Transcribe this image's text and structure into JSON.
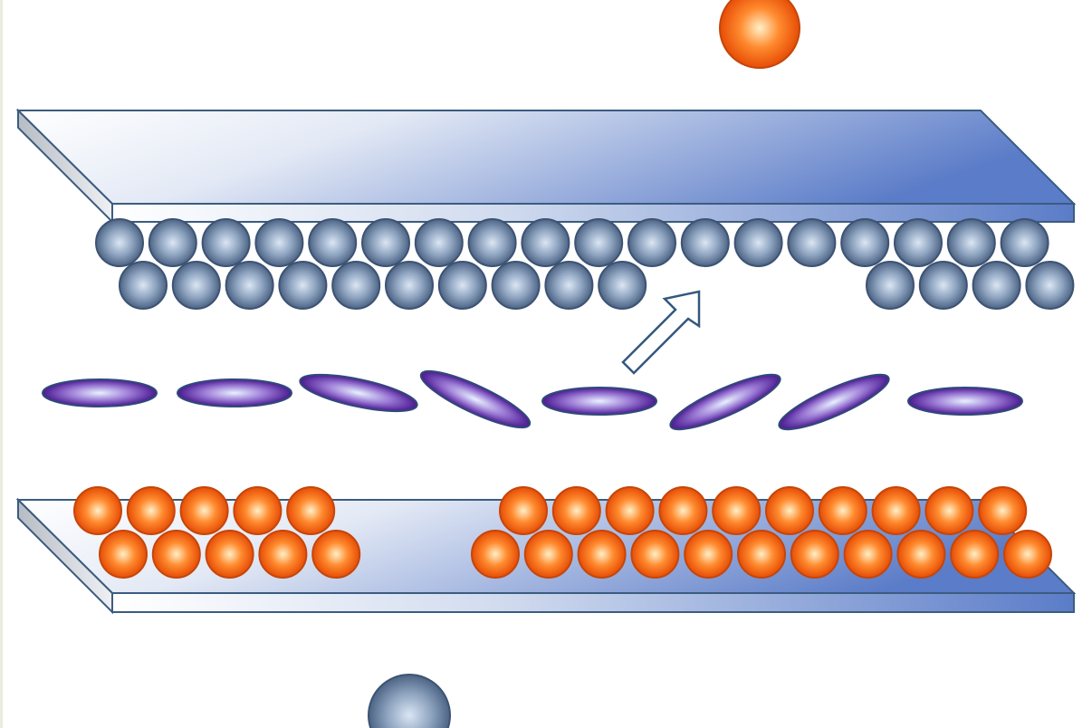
{
  "diagram": {
    "colors": {
      "blue_ball_light": "#dbe6f4",
      "blue_ball_mid": "#8da3bf",
      "blue_ball_dark": "#4c6384",
      "orange_ball_light": "#fff0c8",
      "orange_ball_mid": "#ff8a2e",
      "orange_ball_dark": "#e64d06",
      "purple_light": "#e8f2ff",
      "purple_mid": "#9a78d4",
      "purple_dark": "#4a1a90",
      "plate_light": "#ffffff",
      "plate_dark": "#5b7cc8",
      "plate_edge": "#3b5c80",
      "arrow_stroke": "#34587e"
    },
    "top_layer_blue_row1_count": 18,
    "top_layer_blue_row2_left_count": 10,
    "top_layer_blue_row2_right_count": 4,
    "bottom_layer_orange_row1_left_count": 5,
    "bottom_layer_orange_row1_right_count": 10,
    "bottom_layer_orange_row2_left_count": 5,
    "bottom_layer_orange_row2_right_count": 11,
    "middle_ellipsoid_count": 8,
    "ellipsoid_tilts_deg": [
      0,
      0,
      12,
      25,
      0,
      -24,
      -24,
      0
    ]
  }
}
